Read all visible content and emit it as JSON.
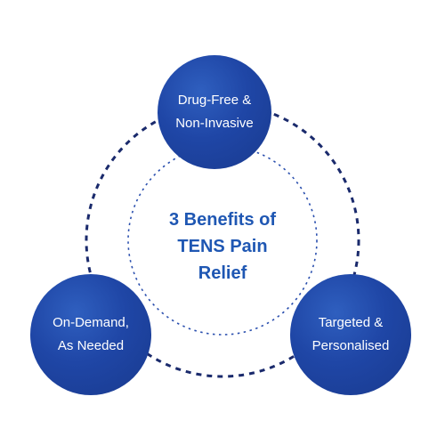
{
  "center": {
    "title_line1": "3 Benefits of",
    "title_line2": "TENS Pain",
    "title_line3": "Relief"
  },
  "benefits": [
    {
      "line1": "Drug-Free &",
      "line2": "Non-Invasive"
    },
    {
      "line1": "On-Demand,",
      "line2": "As Needed"
    },
    {
      "line1": "Targeted &",
      "line2": "Personalised"
    }
  ],
  "colors": {
    "circle_fill": "#1f46a6",
    "circle_dark": "#193a8e",
    "title_text": "#1f57b3",
    "outer_ring": "#1a2a6c",
    "inner_ring": "#2a4fae"
  }
}
